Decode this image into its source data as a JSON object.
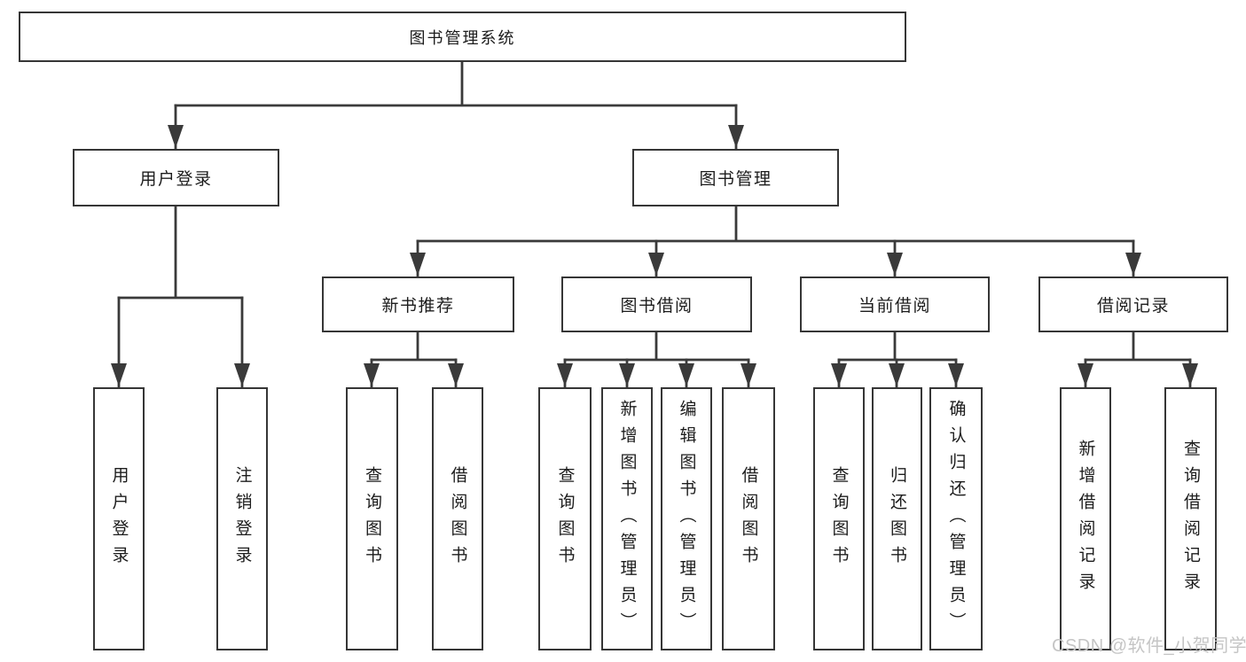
{
  "diagram": {
    "type": "hierarchy-tree",
    "root": {
      "id": "system",
      "label": "图书管理系统"
    },
    "level2": [
      {
        "id": "user-login",
        "label": "用户登录",
        "parent": "图书管理系统"
      },
      {
        "id": "book-management",
        "label": "图书管理",
        "parent": "图书管理系统"
      }
    ],
    "level3": [
      {
        "id": "new-book-recommendation",
        "label": "新书推荐",
        "parent": "图书管理"
      },
      {
        "id": "book-borrowing",
        "label": "图书借阅",
        "parent": "图书管理"
      },
      {
        "id": "current-borrowing",
        "label": "当前借阅",
        "parent": "图书管理"
      },
      {
        "id": "borrowing-records",
        "label": "借阅记录",
        "parent": "图书管理"
      }
    ],
    "leaves": [
      {
        "id": "leaf-user-login",
        "label": "用户登录",
        "parent": "用户登录"
      },
      {
        "id": "leaf-logout",
        "label": "注销登录",
        "parent": "用户登录"
      },
      {
        "id": "leaf-query-books-1",
        "label": "查询图书",
        "parent": "新书推荐"
      },
      {
        "id": "leaf-borrow-books-1",
        "label": "借阅图书",
        "parent": "新书推荐"
      },
      {
        "id": "leaf-query-books-2",
        "label": "查询图书",
        "parent": "图书借阅"
      },
      {
        "id": "leaf-add-book-admin",
        "label": "新增图书（管理员）",
        "parent": "图书借阅"
      },
      {
        "id": "leaf-edit-book-admin",
        "label": "编辑图书（管理员）",
        "parent": "图书借阅"
      },
      {
        "id": "leaf-borrow-books-2",
        "label": "借阅图书",
        "parent": "图书借阅"
      },
      {
        "id": "leaf-query-books-3",
        "label": "查询图书",
        "parent": "当前借阅"
      },
      {
        "id": "leaf-return-books",
        "label": "归还图书",
        "parent": "当前借阅"
      },
      {
        "id": "leaf-confirm-return-admin",
        "label": "确认归还（管理员）",
        "parent": "当前借阅"
      },
      {
        "id": "leaf-add-borrow-record",
        "label": "新增借阅记录",
        "parent": "借阅记录"
      },
      {
        "id": "leaf-query-borrow-record",
        "label": "查询借阅记录",
        "parent": "借阅记录"
      }
    ],
    "colors": {
      "line": "#3a3a3a",
      "box_border": "#363636",
      "box_fill": "#ffffff",
      "text": "#1c1c1c",
      "background": "#ffffff"
    }
  },
  "watermark": {
    "text": "CSDN @软件_小贺同学",
    "color": "#c5c5c5"
  }
}
